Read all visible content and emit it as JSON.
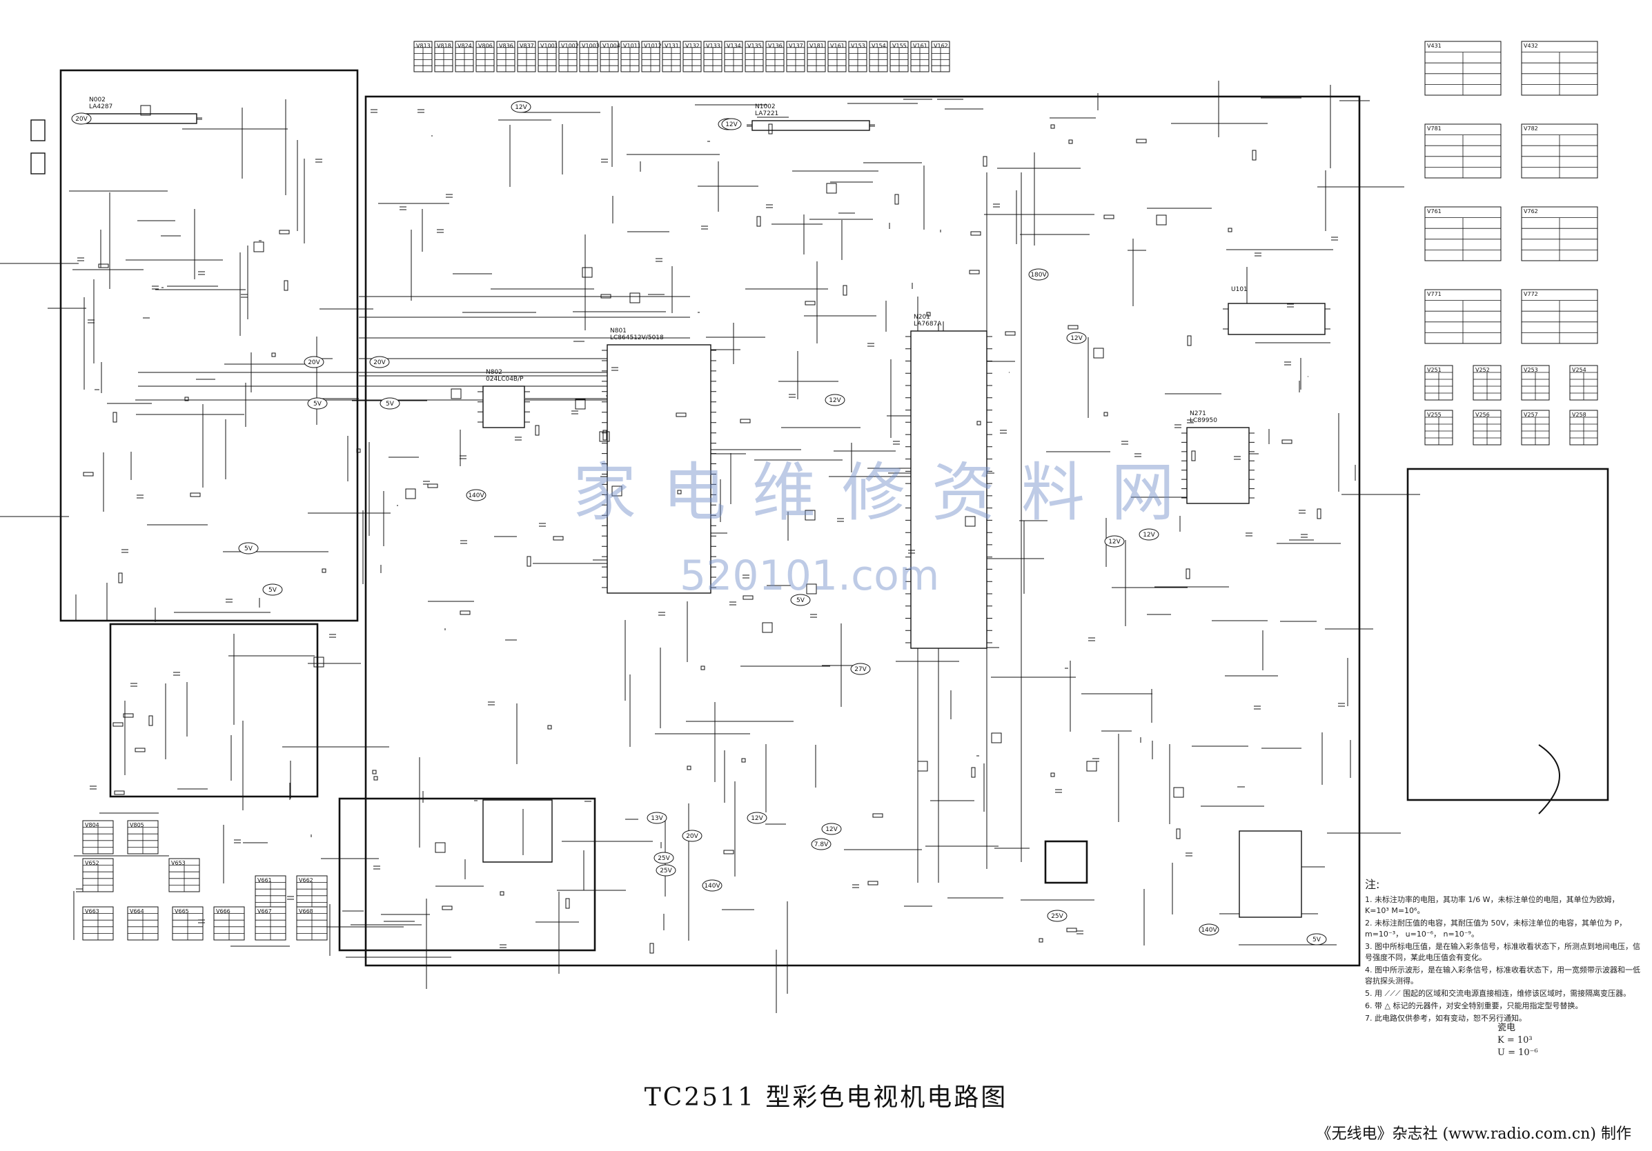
{
  "title": "TC2511 型彩色电视机电路图",
  "credit": "《无线电》杂志社 (www.radio.com.cn) 制作",
  "watermark": {
    "line1": "家电维修资料网",
    "line2": "520101.com"
  },
  "notes": {
    "heading": "注:",
    "items": [
      "1.  未标注功率的电阻，其功率 1/6 W，未标注单位的电阻，其单位为欧姆，K=10³  M=10⁶。",
      "2.  未标注耐压值的电容，其耐压值为 50V，未标注单位的电容，其单位为 P，m=10⁻³， u=10⁻⁶， n=10⁻⁹。",
      "3.  图中所标电压值，是在输入彩条信号，标准收看状态下，所测点到地间电压，信号强度不同，某此电压值会有变化。",
      "4.  图中所示波形，是在输入彩条信号，标准收看状态下，用一宽频带示波器和一低容抗探头测得。",
      "5.  用 ⟋⟋⟋ 围起的区域和交流电源直接相连，维修该区域时，需接隔离变压器。",
      "6.  带 △ 标记的元器件，对安全特别重要，只能用指定型号替换。",
      "7.  此电路仅供参考，如有变动，恕不另行通知。"
    ],
    "units": [
      "瓷电",
      "K = 10³",
      "U = 10⁻⁶"
    ]
  },
  "chips": {
    "N002": "N002\nLA4287",
    "N801": "N801\nLC864512V/5018",
    "N802": "N802\n024LC04B/P",
    "N201": "N201\nLA7687A",
    "N271": "N271\nLC89950",
    "N1002": "N1002\nLA7221",
    "U101": "U101"
  },
  "rails": [
    "20V",
    "12V",
    "12V",
    "12V",
    "20V",
    "20V",
    "5V",
    "5V",
    "5V",
    "5V",
    "140V",
    "12V",
    "12V",
    "12V",
    "12V",
    "5V",
    "27V",
    "13V",
    "12V",
    "20V",
    "25V",
    "25V",
    "7.8V",
    "140V",
    "25V",
    "140V",
    "5V",
    "12V",
    "180V"
  ],
  "tables": {
    "top_small": [
      "V813",
      "V818",
      "V824",
      "V806",
      "V836",
      "V837",
      "V1001",
      "V1002",
      "V1003",
      "V1004",
      "V1011",
      "V1012",
      "V131",
      "V132",
      "V133",
      "V134",
      "V135",
      "V136",
      "V137",
      "V181",
      "V161",
      "V153",
      "V154",
      "V155",
      "V161",
      "V162"
    ],
    "waveform": [
      "V431",
      "V432",
      "V781",
      "V782",
      "V761",
      "V762",
      "V771",
      "V772"
    ],
    "right_small": [
      "V251",
      "V252",
      "V253",
      "V254",
      "V255",
      "V256",
      "V257",
      "V258"
    ],
    "left_bottom": [
      "V804",
      "V805",
      "V652",
      "V653",
      "V661",
      "V662",
      "V663",
      "V664",
      "V665",
      "V666",
      "V667",
      "V668"
    ]
  },
  "colors": {
    "ink": "#111111",
    "watermark": "#8aa2d0",
    "paper": "#ffffff"
  }
}
